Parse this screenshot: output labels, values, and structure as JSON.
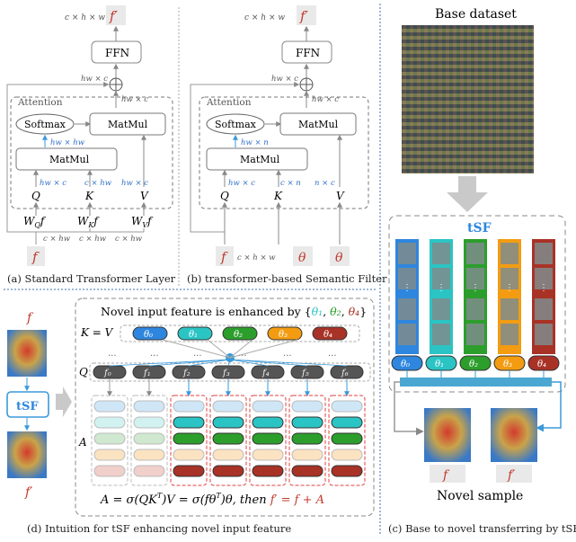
{
  "panel_a": {
    "caption": "(a) Standard Transformer Layer",
    "dims_out": "c × h × w",
    "f_prime": "f′",
    "ffn": "FFN",
    "hwc_top": "hw × c",
    "hwc_mid": "hw × c",
    "attention": "Attention",
    "softmax": "Softmax",
    "matmul_top": "MatMul",
    "hw_hw": "hw × hw",
    "matmul_bottom": "MatMul",
    "hwc_q": "hw × c",
    "chw_k": "c × hw",
    "hwc_v": "hw × c",
    "q": "Q",
    "k": "K",
    "v": "V",
    "wq": "W",
    "wq_sub": "Q",
    "wk": "W",
    "wk_sub": "K",
    "wv": "W",
    "wv_sub": "V",
    "f_sym": "f",
    "chw1": "c × hw",
    "chw2": "c × hw",
    "chw3": "c × hw",
    "f_in": "f"
  },
  "panel_b": {
    "caption": "(b) transformer-based Semantic Filter",
    "dims_out": "c × h × w",
    "f_prime": "f′",
    "ffn": "FFN",
    "hwc_top": "hw × c",
    "hwc_mid": "hw × c",
    "attention": "Attention",
    "softmax": "Softmax",
    "matmul_top": "MatMul",
    "hw_n": "hw × n",
    "matmul_bottom": "MatMul",
    "hwc_q": "hw × c",
    "cn_k": "c × n",
    "nc_v": "n × c",
    "q": "Q",
    "k": "K",
    "v": "V",
    "f_in": "f",
    "chw": "c × h × w",
    "theta1": "θ",
    "theta2": "θ"
  },
  "panel_c": {
    "title": "Base dataset",
    "tsf": "tSF",
    "thetas": [
      "θ₀",
      "θ₁",
      "θ₂",
      "θ₃",
      "θ₄"
    ],
    "theta_colors": [
      "#2e86de",
      "#2bc4c4",
      "#2c9e2c",
      "#f39c12",
      "#a93226"
    ],
    "f": "f",
    "f_prime": "f′",
    "novel": "Novel sample",
    "caption": "(c) Base to novel transferring by tSF"
  },
  "panel_d": {
    "title_prefix": "Novel input feature is enhanced by {",
    "t1": "θ₁",
    "t2": "θ₂",
    "t4": "θ₄",
    "title_suffix": "}",
    "comma": ", ",
    "kv": "K = V",
    "q": "Q",
    "a": "A",
    "thetas": [
      "θ₀",
      "θ₁",
      "θ₂",
      "θ₃",
      "θ₄"
    ],
    "fs": [
      "f₀",
      "f₁",
      "f₂",
      "f₃",
      "f₄",
      "f₅",
      "f₆"
    ],
    "dots": "...",
    "f": "f",
    "tsf": "tSF",
    "f_prime": "f′",
    "formula_a": "A = σ(QK",
    "formula_sup": "T",
    "formula_b": ")V = σ(fθ",
    "formula_c": ")θ,  then ",
    "formula_red": "f′ = f + A",
    "caption": "(d) Intuition for tSF enhancing novel input feature"
  }
}
